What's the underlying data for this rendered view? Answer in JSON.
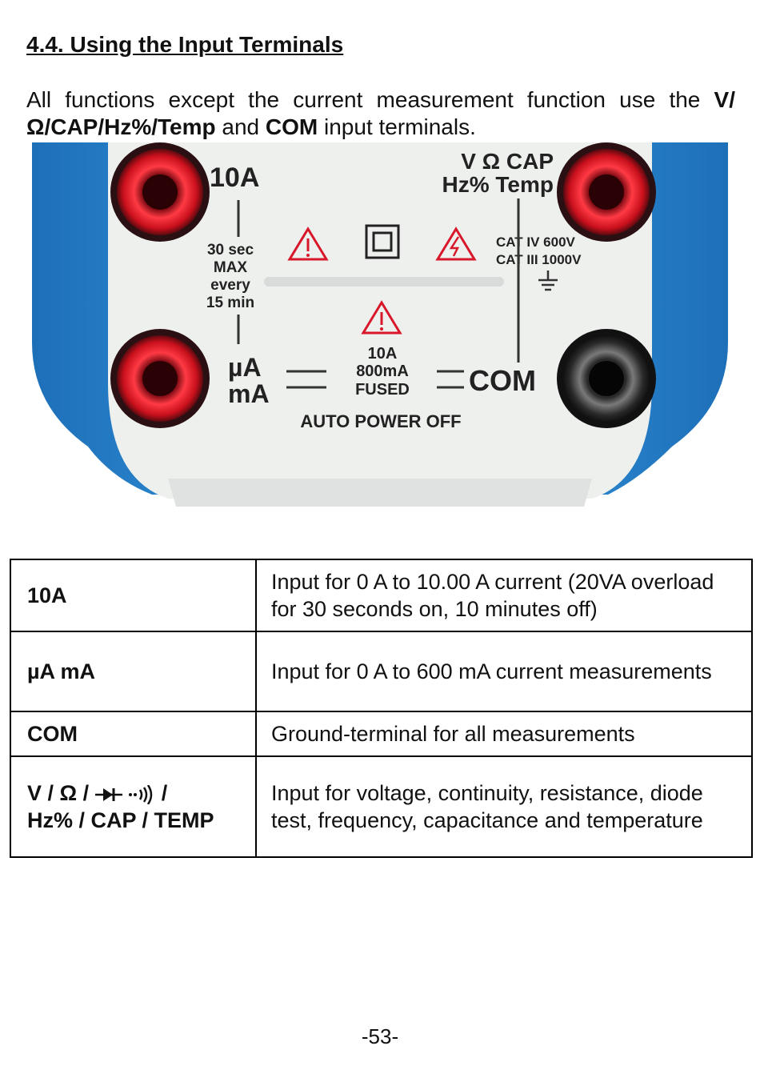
{
  "heading": "4.4. Using the Input Terminals",
  "intro": {
    "part1": "All functions except the current measurement function use the ",
    "bold1": "V/Ω/CAP/Hz%/Temp",
    "part2": " and ",
    "bold2": "COM",
    "part3": " input terminals."
  },
  "photo_labels": {
    "l10a": "10A",
    "vcap1": "V Ω CAP",
    "vcap2": "Hz% Temp",
    "note1": "30 sec",
    "note2": "MAX",
    "note3": "every",
    "note4": "15 min",
    "cat1": "CAT IV 600V",
    "cat2": "CAT III 1000V",
    "ua": "µA",
    "ma": "mA",
    "fuse1": "10A",
    "fuse2": "800mA",
    "fuse3": "FUSED",
    "com": "COM",
    "apo": "AUTO POWER OFF"
  },
  "table": {
    "rows": [
      {
        "key": "10A",
        "desc": "Input for 0 A to 10.00 A current (20VA overload for 30 seconds on, 10 minutes off)"
      },
      {
        "key": "µA mA",
        "desc": "Input for 0 A to 600 mA current measurements"
      },
      {
        "key": "COM",
        "desc": "Ground-terminal for all measurements"
      },
      {
        "key_line1_a": "V / Ω / ",
        "key_line1_b": " /",
        "key_line2": "Hz% / CAP / TEMP",
        "desc": "Input for voltage, continuity, resistance, diode test, frequency, capacitance and temperature"
      }
    ]
  },
  "page_number": "-53-",
  "colors": {
    "housing_blue": "#2f8fd6",
    "panel": "#eef0ee",
    "jack_red": "#d8182a"
  }
}
